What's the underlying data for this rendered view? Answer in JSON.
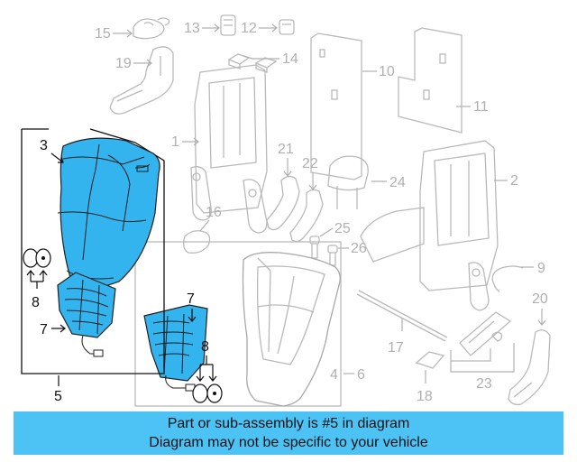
{
  "labels": {
    "l2": "2",
    "l3": "3",
    "l4": "4",
    "l5": "5",
    "l6": "6",
    "l7a": "7",
    "l7b": "7",
    "l8a": "8",
    "l8b": "8",
    "l9": "9",
    "l10": "10",
    "l11": "11",
    "l12": "12",
    "l13": "13",
    "l14": "14",
    "l15": "15",
    "l16": "16",
    "l17": "17",
    "l18": "18",
    "l19": "19",
    "l20": "20",
    "l21": "21",
    "l22": "22",
    "l23": "23",
    "l24": "24",
    "l25": "25",
    "l26": "26",
    "l1": "1"
  },
  "banner": {
    "line1": "Part or sub-assembly is #5 in diagram",
    "line2": "Diagram may not be specific to your vehicle"
  },
  "colors": {
    "highlight": "#34b4ee",
    "banner": "#4dc3f5",
    "line": "#b9b9b9"
  }
}
